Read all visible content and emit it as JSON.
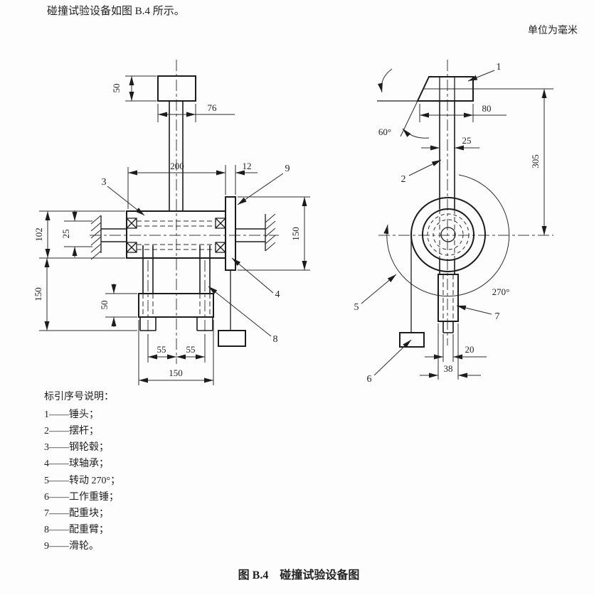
{
  "page": {
    "intro": "碰撞试验设备如图 B.4 所示。",
    "unit_note": "单位为毫米",
    "caption": "图 B.4　碰撞试验设备图"
  },
  "legend": {
    "title": "标引序号说明：",
    "items": [
      "1——锤头；",
      "2——摆杆；",
      "3——钢轮毂；",
      "4——球轴承；",
      "5——转动 270°；",
      "6——工作重锤；",
      "7——配重块；",
      "8——配重臂；",
      "9——滑轮。"
    ]
  },
  "callouts": {
    "c1": "1",
    "c2": "2",
    "c3": "3",
    "c4": "4",
    "c5": "5",
    "c6": "6",
    "c7": "7",
    "c8": "8",
    "c9": "9"
  },
  "dims": {
    "front": {
      "head_h": "50",
      "head_w": "76",
      "hub_len": "200",
      "pulley_t": "12",
      "hub_h": "102",
      "shaft_d": "25",
      "pulley_d": "150",
      "arm_h": "150",
      "base_h": "50",
      "leg_l": "55",
      "leg_r": "55",
      "base_w": "150"
    },
    "side": {
      "head_w": "80",
      "rod_w": "25",
      "height": "305",
      "angle": "60°",
      "rotation": "270°",
      "rod_end": "20",
      "block_w": "38"
    }
  }
}
